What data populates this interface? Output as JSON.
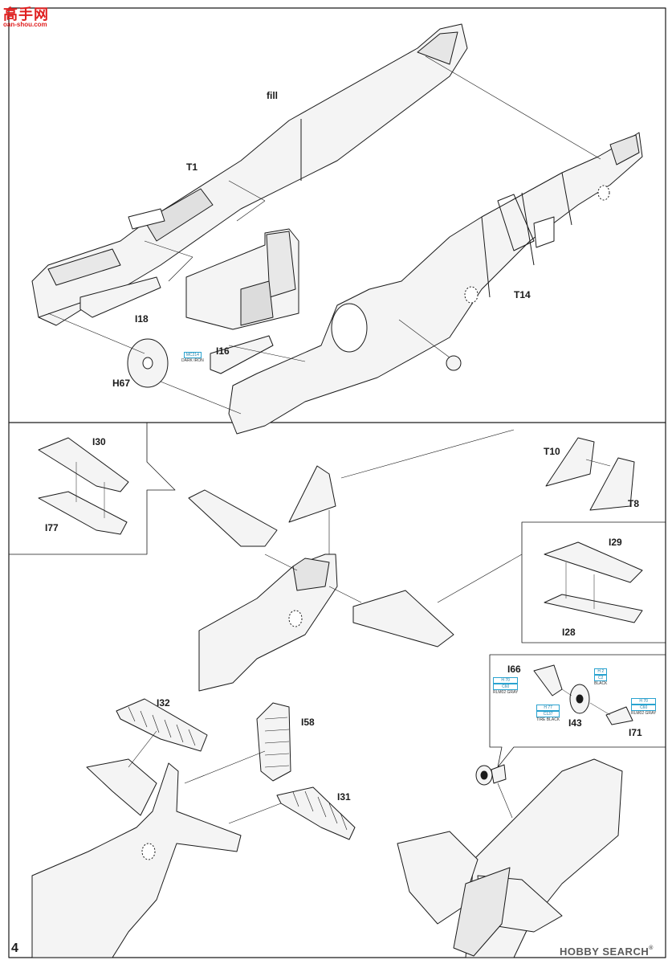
{
  "watermark": {
    "cn_text": "高手网",
    "url": "oan-shou.com"
  },
  "footer": {
    "page_number": "4",
    "brand": "HOBBY SEARCH",
    "brand_mark": "®"
  },
  "labels": {
    "fill": "fill",
    "T1": "T1",
    "I18": "I18",
    "I16": "I16",
    "H67": "H67",
    "T14": "T14",
    "I30": "I30",
    "I77": "I77",
    "T10": "T10",
    "T8": "T8",
    "I29": "I29",
    "I28": "I28",
    "I66": "I66",
    "I43": "I43",
    "I71": "I71",
    "I32": "I32",
    "I58": "I58",
    "I31": "I31"
  },
  "paints": {
    "cockpit": {
      "code": "MC214",
      "name": "DARK IRON"
    },
    "i66": {
      "code1": "H 70",
      "code2": "C60",
      "name": "RLM02 GRAY"
    },
    "i43": {
      "code1": "H 2",
      "code2": "C2",
      "name": "BLACK"
    },
    "tire": {
      "code1": "H 77",
      "code2": "C137",
      "name": "TIRE BLACK"
    },
    "i71": {
      "code1": "H 70",
      "code2": "C60",
      "name": "RLM02 GRAY"
    }
  },
  "colors": {
    "line": "#1a1a1a",
    "shade": "#f2f2f2",
    "paint_box": "#2aa3d0",
    "watermark": "#e02020"
  }
}
